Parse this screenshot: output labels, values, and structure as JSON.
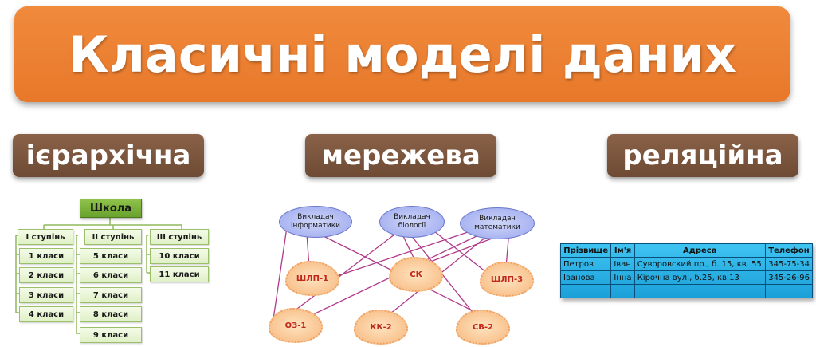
{
  "title": "Класичні моделі даних",
  "models": {
    "hierarchical": "ієрархічна",
    "network": "мережева",
    "relational": "реляційна"
  },
  "hierarchy": {
    "root": "Школа",
    "levels": [
      "І ступінь",
      "ІІ ступінь",
      "ІІІ ступінь"
    ],
    "level1_items": [
      "1 класи",
      "2 класи",
      "3 класи",
      "4 класи"
    ],
    "level2_items": [
      "5 класи",
      "6 класи",
      "7 класи",
      "8 класи",
      "9 класи"
    ],
    "level3_items": [
      "10 класи",
      "11 класи"
    ]
  },
  "network": {
    "teachers": [
      "Викладач інформатики",
      "Викладач біології",
      "Викладач математики"
    ],
    "groups": [
      "ШЛП-1",
      "СК",
      "ШЛП-3",
      "ОЗ-1",
      "КК-2",
      "СВ-2"
    ]
  },
  "relational": {
    "headers": [
      "Прізвище",
      "Ім'я",
      "Адреса",
      "Телефон"
    ],
    "rows": [
      [
        "Петров",
        "Іван",
        "Суворовский пр., б. 15, кв. 55",
        "345-75-34"
      ],
      [
        "Іванова",
        "Інна",
        "Кірочна вул., б.25, кв.13",
        "345-26-96"
      ],
      [
        "",
        "",
        "",
        ""
      ]
    ]
  },
  "colors": {
    "banner": "#e8782a",
    "model_label": "#6e4a34",
    "table": "#1a9fd8"
  }
}
